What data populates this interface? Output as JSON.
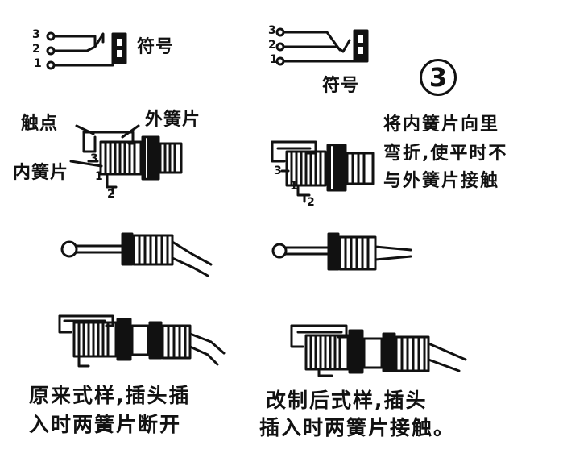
{
  "top_left_schematic": {
    "pin_labels": [
      "3",
      "2",
      "1"
    ],
    "symbol_label": "符号"
  },
  "top_right_schematic": {
    "pin_labels": [
      "3",
      "2",
      "1"
    ],
    "symbol_label": "符号"
  },
  "step_badge": "3",
  "original_jack": {
    "contact_label": "触点",
    "outer_spring_label": "外簧片",
    "inner_spring_label": "内簧片",
    "pin_3_label": "3",
    "pin_1_label": "1",
    "pin_2_label": "2"
  },
  "modified_jack": {
    "pin_3_label": "3",
    "pin_1_label": "1",
    "pin_2_label": "2"
  },
  "modification_note": [
    "将内簧片向里",
    "弯折,使平时不",
    "与外簧片接触"
  ],
  "caption_left": [
    "原来式样,插头插",
    "入时两簧片断开"
  ],
  "caption_right": [
    "改制后式样,插头",
    "插入时两簧片接触。"
  ]
}
